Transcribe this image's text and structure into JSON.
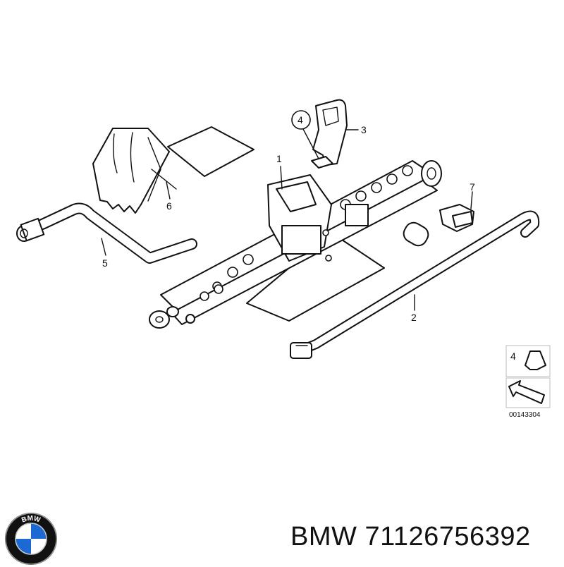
{
  "callouts": [
    "1",
    "2",
    "3",
    "4",
    "5",
    "6",
    "7"
  ],
  "legend": {
    "number": "4",
    "code": "00143304"
  },
  "caption": {
    "brand": "BMW",
    "part_number": "71126756392"
  },
  "logo": {
    "letters": "BMW",
    "colors": {
      "blue": "#1c69d4",
      "ring": "#111111",
      "white": "#ffffff"
    }
  }
}
